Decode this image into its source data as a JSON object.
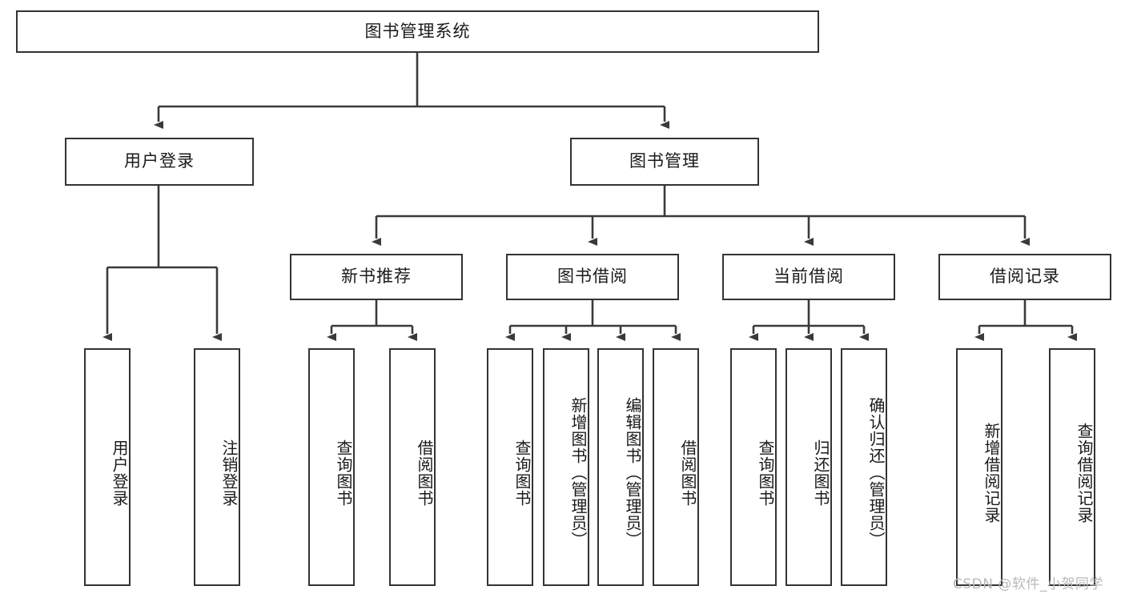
{
  "diagram": {
    "title": "图书管理系统",
    "type": "tree-hierarchy",
    "root": {
      "label": "图书管理系统"
    },
    "level2": [
      {
        "label": "用户登录"
      },
      {
        "label": "图书管理"
      }
    ],
    "level3": [
      {
        "label": "新书推荐"
      },
      {
        "label": "图书借阅"
      },
      {
        "label": "当前借阅"
      },
      {
        "label": "借阅记录"
      }
    ],
    "leaves": {
      "user_login": [
        {
          "label": "用户登录"
        },
        {
          "label": "注销登录"
        }
      ],
      "new_book_recommend": [
        {
          "label": "查询图书"
        },
        {
          "label": "借阅图书"
        }
      ],
      "book_borrow": [
        {
          "label": "查询图书"
        },
        {
          "label": "新增图书（管理员）"
        },
        {
          "label": "编辑图书（管理员）"
        },
        {
          "label": "借阅图书"
        }
      ],
      "current_borrow": [
        {
          "label": "查询图书"
        },
        {
          "label": "归还图书"
        },
        {
          "label": "确认归还（管理员）"
        }
      ],
      "borrow_record": [
        {
          "label": "新增借阅记录"
        },
        {
          "label": "查询借阅记录"
        }
      ]
    }
  },
  "watermark": {
    "text": "CSDN @软件_小贺同学"
  },
  "colors": {
    "node_border": "#333333",
    "node_fill": "#ffffff",
    "link": "#3a3a3a",
    "text": "#1a1a1a",
    "watermark": "#b9b9b9"
  }
}
